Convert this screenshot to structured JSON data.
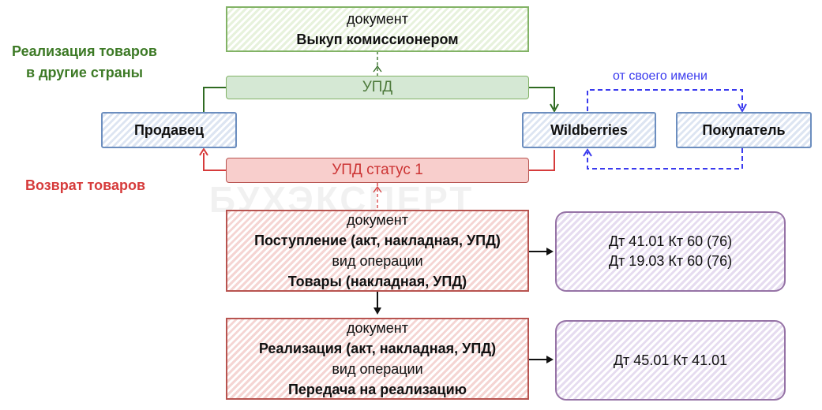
{
  "watermark": "БУХЭКСПЕРТ",
  "labels": {
    "export": "Реализация товаров\nв другие страны",
    "return": "Возврат товаров",
    "own_name": "от своего имени"
  },
  "boxes": {
    "buyout": {
      "caption": "документ",
      "title": "Выкуп комиссионером"
    },
    "upd": "УПД",
    "upd_status": "УПД статус 1",
    "seller": "Продавец",
    "wildberries": "Wildberries",
    "buyer": "Покупатель",
    "receipt": {
      "doc_caption": "документ",
      "doc_title": "Поступление (акт, накладная, УПД)",
      "op_caption": "вид операции",
      "op_title": "Товары (накладная, УПД)"
    },
    "sale": {
      "doc_caption": "документ",
      "doc_title": "Реализация (акт, накладная, УПД)",
      "op_caption": "вид операции",
      "op_title": "Передача на реализацию"
    },
    "entries_receipt": [
      "Дт 41.01 Кт 60 (76)",
      "Дт 19.03 Кт 60 (76)"
    ],
    "entries_sale": [
      "Дт 45.01 Кт 41.01"
    ]
  },
  "colors": {
    "green_text": "#3d7a26",
    "red_text": "#d63b3b",
    "blue_dashed": "#3a3aee",
    "green_line": "#2f6b22",
    "red_line": "#d63b3b"
  }
}
